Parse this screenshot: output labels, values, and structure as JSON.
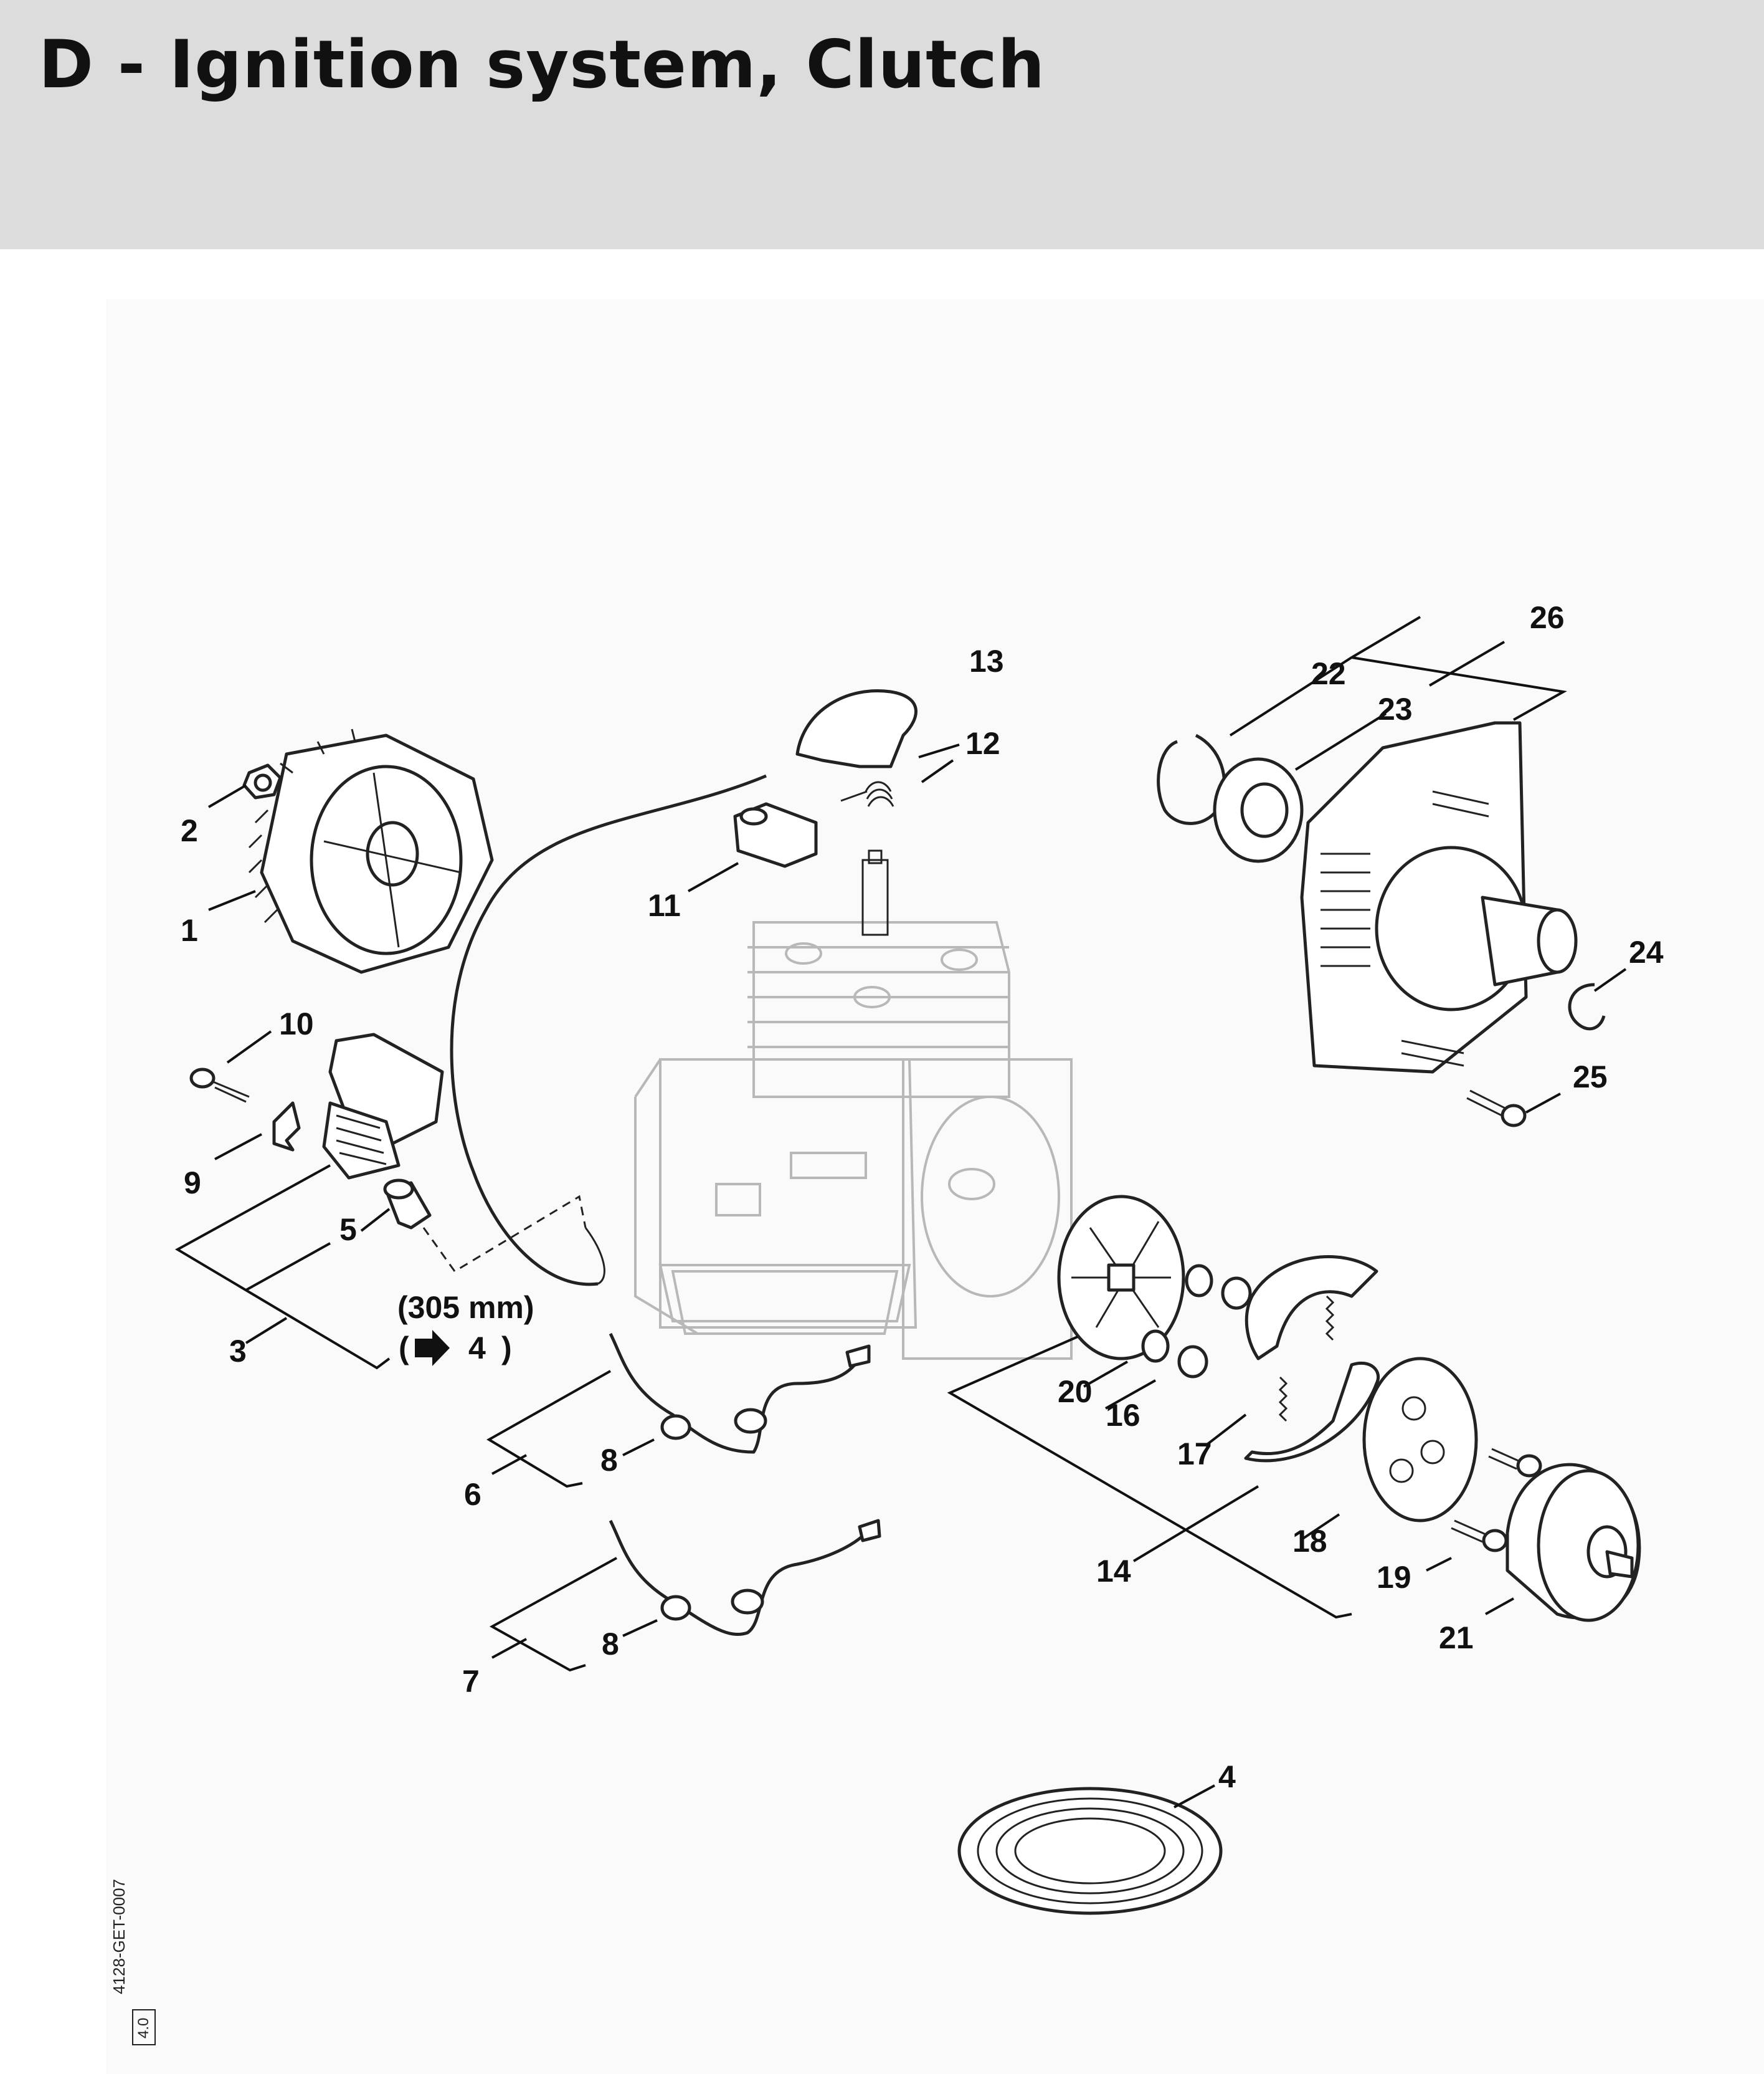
{
  "title": "D - Ignition system, Clutch",
  "callouts": {
    "n1": "1",
    "n2": "2",
    "n3": "3",
    "n4a": "4",
    "n4b": "4",
    "n5": "5",
    "n6": "6",
    "n7": "7",
    "n8a": "8",
    "n8b": "8",
    "n9": "9",
    "n10": "10",
    "n11": "11",
    "n12": "12",
    "n13": "13",
    "n14": "14",
    "n16": "16",
    "n17": "17",
    "n18": "18",
    "n19": "19",
    "n20": "20",
    "n21": "21",
    "n22": "22",
    "n23": "23",
    "n24": "24",
    "n25": "25",
    "n26": "26"
  },
  "wire_length": "(305 mm)",
  "ref_open": "(",
  "ref_close": ")",
  "drawing_code": "4128-GET-0007",
  "revision": "4.0",
  "icons": [
    "arrow-right-icon"
  ]
}
